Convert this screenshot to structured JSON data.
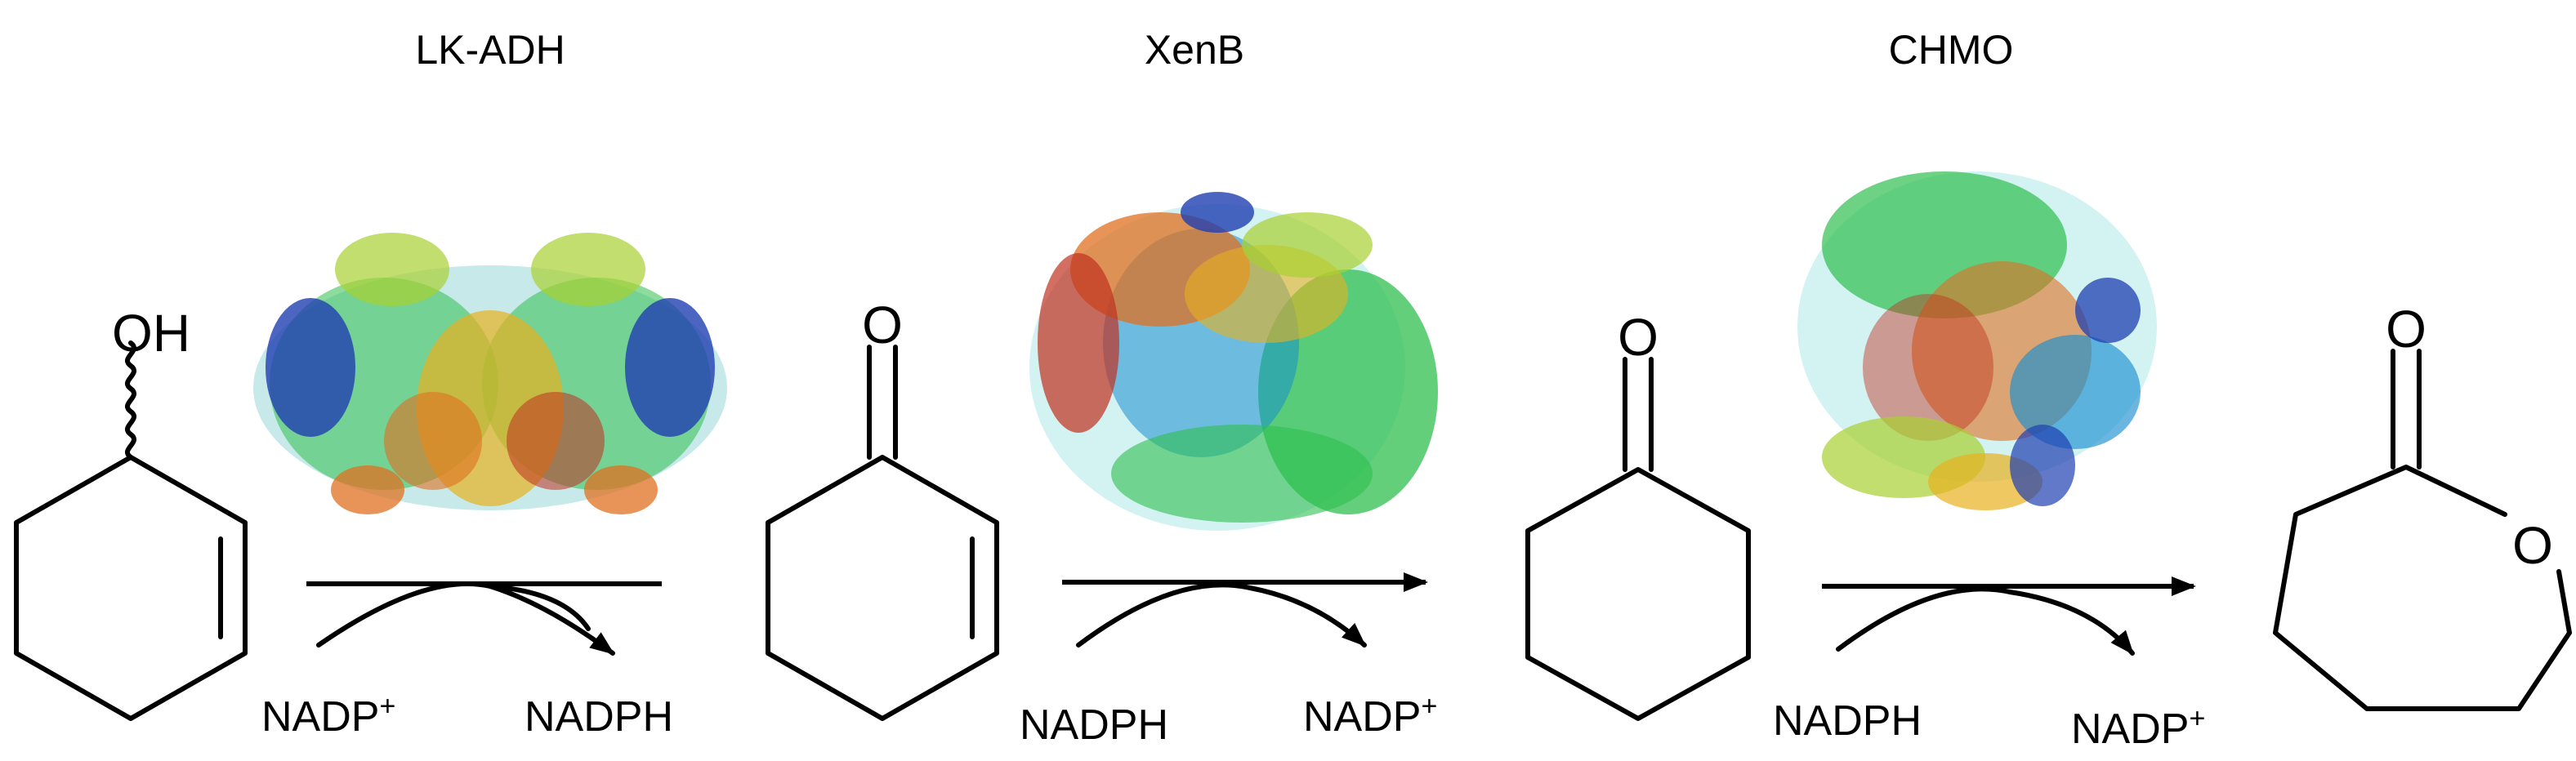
{
  "enzymes": [
    {
      "name": "LK-ADH",
      "cofactor_in": "NADP",
      "cofactor_in_sup": "+",
      "cofactor_out": "NADPH",
      "cofactor_out_sup": ""
    },
    {
      "name": "XenB",
      "cofactor_in": "NADPH",
      "cofactor_in_sup": "",
      "cofactor_out": "NADP",
      "cofactor_out_sup": "+"
    },
    {
      "name": "CHMO",
      "cofactor_in": "NADPH",
      "cofactor_in_sup": "",
      "cofactor_out": "NADP",
      "cofactor_out_sup": "+"
    }
  ],
  "molecules": [
    {
      "id": "cyclohexenol",
      "atoms": [
        "OH"
      ]
    },
    {
      "id": "cyclohexenone",
      "atoms": [
        "O"
      ]
    },
    {
      "id": "cyclohexanone",
      "atoms": [
        "O"
      ]
    },
    {
      "id": "caprolactone",
      "atoms": [
        "O",
        "O"
      ]
    }
  ],
  "protein_palette": [
    "#1f3fb0",
    "#1a8fd0",
    "#22c0c0",
    "#2fbf4f",
    "#a8d030",
    "#e8b020",
    "#e07020",
    "#c03020"
  ]
}
